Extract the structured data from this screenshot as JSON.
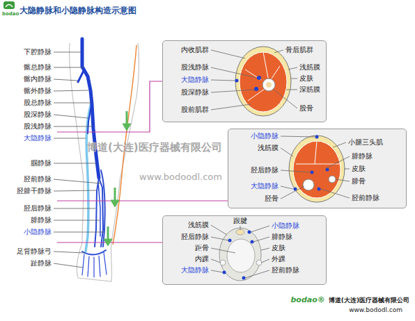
{
  "diagram": {
    "title": "大隐静脉和小隐静脉构造示意图",
    "nodes": [
      {
        "text": [
          "内收肌群",
          "骨后肌群",
          "股浅静脉",
          "大隐静脉",
          "浅筋膜",
          "皮肤",
          "股深静脉",
          "深筋膜",
          "股前肌群",
          "股骨"
        ]
      },
      {
        "text": [
          "小隐静脉",
          "小腿三头肌",
          "浅筋膜",
          "腓静脉",
          "胫后静脉",
          "皮肤",
          "大隐静脉",
          "腓骨",
          "胫骨",
          "胫前静脉"
        ]
      },
      {
        "text": [
          "浅筋膜",
          "跟腱",
          "小隐静脉",
          "胫后静脉",
          "腓静脉",
          "距骨",
          "皮肤",
          "内踝",
          "外踝",
          "大隐静脉",
          "胫前静脉"
        ]
      }
    ],
    "labels": [
      "bodao",
      "下腔静脉",
      "髂总静脉",
      "髂内静脉",
      "髂外静脉",
      "股总静脉",
      "股深静脉",
      "股浅静脉",
      "大隐静脉",
      "腘静脉",
      "胫前静脉",
      "胫腓干静脉",
      "胫后静脉",
      "腓静脉",
      "小隐静脉",
      "足背静脉弓",
      "趾静脉",
      "博道(大连)医疗器械有限公司",
      "www.bodoodl.com",
      "bodao®",
      "博道(大连)医疗器械有限公司",
      "www.bododl.com"
    ]
  }
}
